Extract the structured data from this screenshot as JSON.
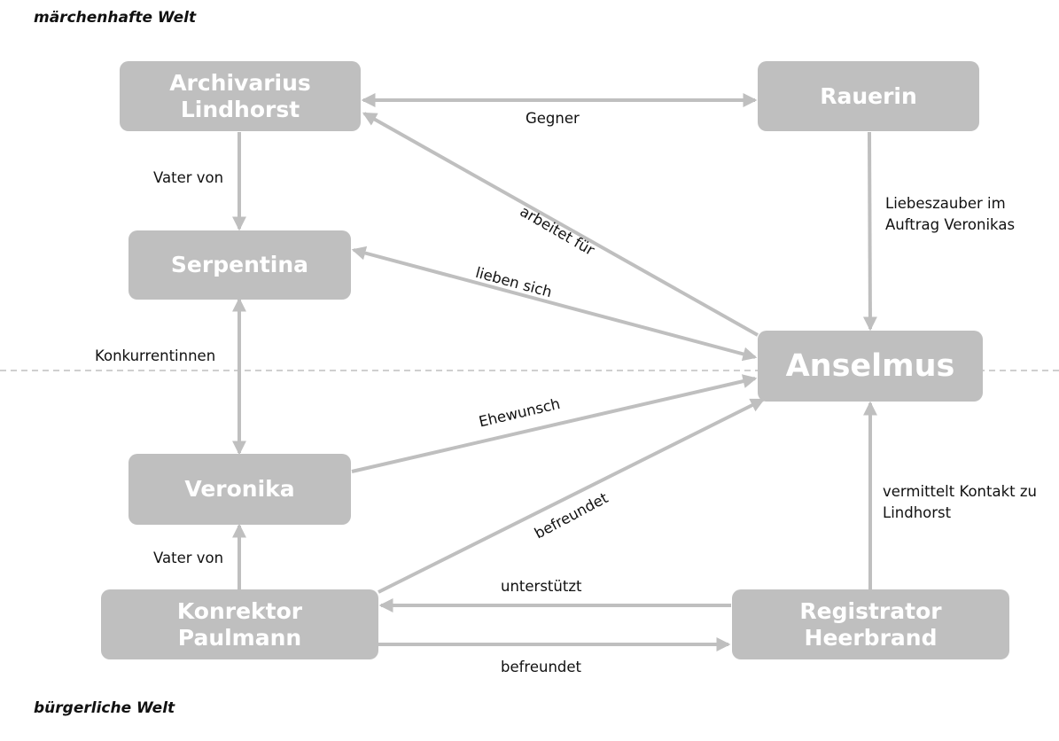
{
  "worlds": {
    "top": "märchenhafte Welt",
    "bottom": "bürgerliche Welt"
  },
  "nodes": {
    "lindhorst": "Archivarius Lindhorst",
    "rauerin": "Rauerin",
    "serpentina": "Serpentina",
    "anselmus": "Anselmus",
    "veronika": "Veronika",
    "paulmann": "Konrektor Paulmann",
    "heerbrand": "Registrator Heerbrand"
  },
  "edges": {
    "gegner": "Gegner",
    "vater_serpentina": "Vater von",
    "arbeitet_fuer": "arbeitet für",
    "liebeszauber": "Liebeszauber im Auftrag Veronikas",
    "lieben_sich": "lieben sich",
    "konkurrentinnen": "Konkurrentinnen",
    "ehewunsch": "Ehewunsch",
    "befreundet_anselmus": "befreundet",
    "vermittelt": "vermittelt Kontakt zu Lindhorst",
    "vater_veronika": "Vater von",
    "unterstuetzt": "unterstützt",
    "befreundet_heerbrand": "befreundet"
  },
  "colors": {
    "node_fill": "#bfbfbf",
    "node_text": "#ffffff",
    "arrow": "#bfbfbf",
    "divider": "#bfbfbf",
    "label_text": "#111111"
  }
}
